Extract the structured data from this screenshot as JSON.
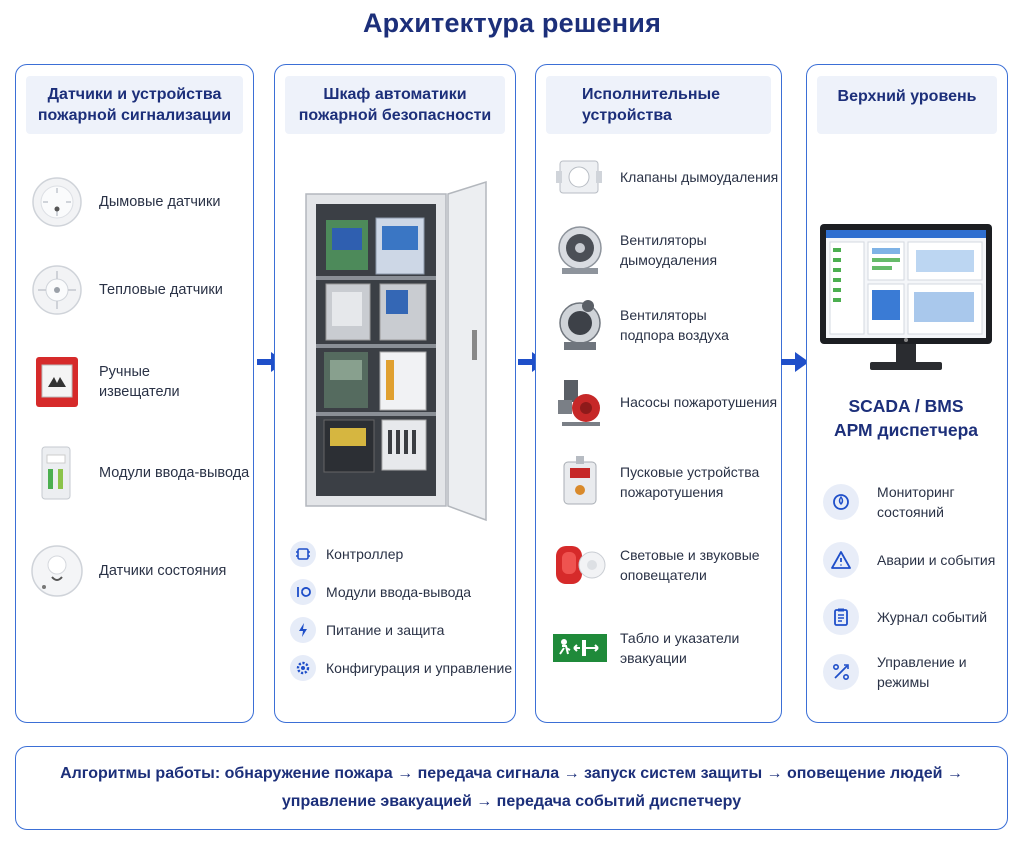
{
  "title": "Архитектура решения",
  "columns": [
    {
      "header": "Датчики и устройства пожарной сигнализации",
      "items": [
        {
          "label": "Дымовые датчики",
          "icon": "smoke-detector-icon"
        },
        {
          "label": "Тепловые датчики",
          "icon": "heat-detector-icon"
        },
        {
          "label": "Ручные извещатели",
          "icon": "manual-call-point-icon"
        },
        {
          "label": "Модули ввода-вывода",
          "icon": "io-module-icon"
        },
        {
          "label": "Датчики состояния",
          "icon": "state-sensor-icon"
        }
      ]
    },
    {
      "header": "Шкаф автоматики пожарной безопасности",
      "items": [
        {
          "label": "Контроллер",
          "icon": "controller-icon"
        },
        {
          "label": "Модули ввода-вывода",
          "icon": "io-icon"
        },
        {
          "label": "Питание и защита",
          "icon": "power-icon"
        },
        {
          "label": "Конфигурация и управление",
          "icon": "gear-icon"
        }
      ]
    },
    {
      "header": "Исполнительные устройства",
      "items": [
        {
          "label": "Клапаны дымоудаления",
          "icon": "smoke-valve-icon"
        },
        {
          "label": "Вентиляторы дымоудаления",
          "icon": "smoke-fan-icon"
        },
        {
          "label": "Вентиляторы подпора воздуха",
          "icon": "pressure-fan-icon"
        },
        {
          "label": "Насосы пожаротушения",
          "icon": "fire-pump-icon"
        },
        {
          "label": "Пусковые устройства пожаротушения",
          "icon": "launch-device-icon"
        },
        {
          "label": "Световые и звуковые оповещатели",
          "icon": "alarm-siren-icon"
        },
        {
          "label": "Табло и указатели эвакуации",
          "icon": "exit-sign-icon"
        }
      ]
    },
    {
      "header": "Верхний уровень",
      "scada_line1": "SCADA / BMS",
      "scada_line2": "АРМ диспетчера",
      "items": [
        {
          "label": "Мониторинг состояний",
          "icon": "monitoring-icon"
        },
        {
          "label": "Аварии и события",
          "icon": "warning-icon"
        },
        {
          "label": "Журнал событий",
          "icon": "clipboard-icon"
        },
        {
          "label": "Управление и режимы",
          "icon": "control-icon"
        }
      ]
    }
  ],
  "footer": {
    "line1": "Алгоритмы работы: обнаружение пожара → передача сигнала → запуск систем защиты → оповещение людей →",
    "line2": "управление эвакуацией → передача событий диспетчеру"
  },
  "colors": {
    "accent": "#3b6fd6",
    "title": "#1c2f7a",
    "arrow": "#1f4fc9",
    "header_bg": "#eef2fa",
    "alarm_red": "#d62a2a",
    "exit_green": "#1f8a3a"
  }
}
